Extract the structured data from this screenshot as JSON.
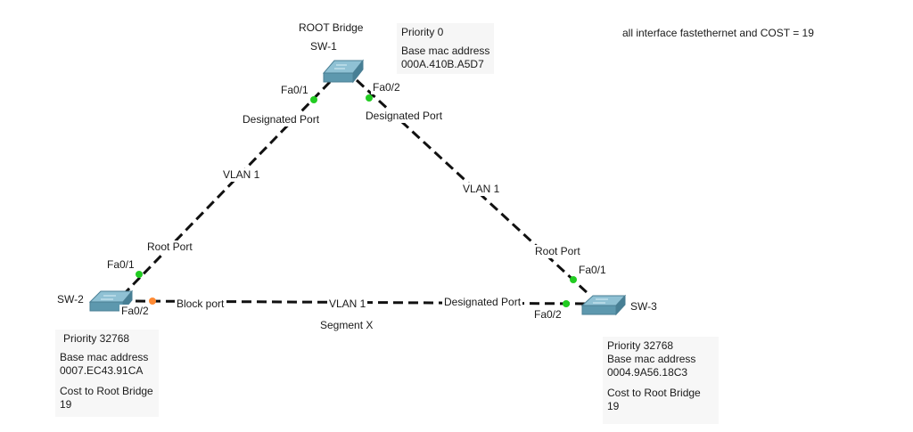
{
  "note": "all interface fastethernet and COST = 19",
  "switches": {
    "sw1": {
      "name": "SW-1",
      "role": "ROOT Bridge",
      "priority": "Priority 0",
      "mac_label": "Base mac address",
      "mac": "000A.410B.A5D7"
    },
    "sw2": {
      "name": "SW-2",
      "priority": "Priority 32768",
      "mac_label": "Base mac address",
      "mac": "0007.EC43.91CA",
      "cost_label": "Cost to Root Bridge",
      "cost": "19"
    },
    "sw3": {
      "name": "SW-3",
      "priority": "Priority 32768",
      "mac_label": "Base mac address",
      "mac": "0004.9A56.18C3",
      "cost_label": "Cost to Root Bridge",
      "cost": "19"
    }
  },
  "links": {
    "sw1_sw2": {
      "vlan": "VLAN 1",
      "sw1_port": "Fa0/1",
      "sw1_role": "Designated Port",
      "sw2_port": "Fa0/1",
      "sw2_role": "Root Port"
    },
    "sw1_sw3": {
      "vlan": "VLAN 1",
      "sw1_port": "Fa0/2",
      "sw1_role": "Designated Port",
      "sw3_port": "Fa0/1",
      "sw3_role": "Root Port"
    },
    "sw2_sw3": {
      "vlan": "VLAN 1",
      "segment": "Segment X",
      "sw2_port": "Fa0/2",
      "sw2_role": "Block port",
      "sw3_port": "Fa0/2",
      "sw3_role": "Designated Port"
    }
  },
  "colors": {
    "link": "#111111",
    "port_forwarding": "#22cc22",
    "port_blocking": "#ff8a33",
    "switch_top": "#8fc1d4",
    "switch_side": "#5d98ae"
  }
}
